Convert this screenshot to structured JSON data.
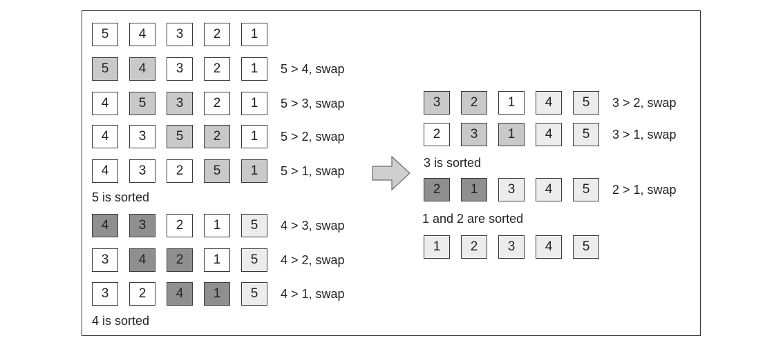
{
  "colors": {
    "normal": "#ffffff",
    "compared": "#c9c9c9",
    "compared_dark": "#8f8f8f",
    "sorted": "#ececec",
    "arrow": "#cfcfcf"
  },
  "left_rows": [
    {
      "cells": [
        {
          "v": "5",
          "s": "n"
        },
        {
          "v": "4",
          "s": "n"
        },
        {
          "v": "3",
          "s": "n"
        },
        {
          "v": "2",
          "s": "n"
        },
        {
          "v": "1",
          "s": "n"
        }
      ],
      "note": ""
    },
    {
      "cells": [
        {
          "v": "5",
          "s": "m"
        },
        {
          "v": "4",
          "s": "m"
        },
        {
          "v": "3",
          "s": "n"
        },
        {
          "v": "2",
          "s": "n"
        },
        {
          "v": "1",
          "s": "n"
        }
      ],
      "note": "5 > 4, swap"
    },
    {
      "cells": [
        {
          "v": "4",
          "s": "n"
        },
        {
          "v": "5",
          "s": "m"
        },
        {
          "v": "3",
          "s": "m"
        },
        {
          "v": "2",
          "s": "n"
        },
        {
          "v": "1",
          "s": "n"
        }
      ],
      "note": "5 > 3, swap"
    },
    {
      "cells": [
        {
          "v": "4",
          "s": "n"
        },
        {
          "v": "3",
          "s": "n"
        },
        {
          "v": "5",
          "s": "m"
        },
        {
          "v": "2",
          "s": "m"
        },
        {
          "v": "1",
          "s": "n"
        }
      ],
      "note": "5 > 2, swap"
    },
    {
      "cells": [
        {
          "v": "4",
          "s": "n"
        },
        {
          "v": "3",
          "s": "n"
        },
        {
          "v": "2",
          "s": "n"
        },
        {
          "v": "5",
          "s": "m"
        },
        {
          "v": "1",
          "s": "m"
        }
      ],
      "note": "5 > 1, swap"
    },
    {
      "cells": [
        {
          "v": "4",
          "s": "d"
        },
        {
          "v": "3",
          "s": "d"
        },
        {
          "v": "2",
          "s": "n"
        },
        {
          "v": "1",
          "s": "n"
        },
        {
          "v": "5",
          "s": "l"
        }
      ],
      "note": "4 > 3, swap"
    },
    {
      "cells": [
        {
          "v": "3",
          "s": "n"
        },
        {
          "v": "4",
          "s": "d"
        },
        {
          "v": "2",
          "s": "d"
        },
        {
          "v": "1",
          "s": "n"
        },
        {
          "v": "5",
          "s": "l"
        }
      ],
      "note": "4 > 2, swap"
    },
    {
      "cells": [
        {
          "v": "3",
          "s": "n"
        },
        {
          "v": "2",
          "s": "n"
        },
        {
          "v": "4",
          "s": "d"
        },
        {
          "v": "1",
          "s": "d"
        },
        {
          "v": "5",
          "s": "l"
        }
      ],
      "note": "4 > 1, swap"
    }
  ],
  "left_captions": {
    "five_sorted": "5 is sorted",
    "four_sorted": "4 is sorted"
  },
  "right_rows": [
    {
      "cells": [
        {
          "v": "3",
          "s": "m"
        },
        {
          "v": "2",
          "s": "m"
        },
        {
          "v": "1",
          "s": "n"
        },
        {
          "v": "4",
          "s": "l"
        },
        {
          "v": "5",
          "s": "l"
        }
      ],
      "note": "3 > 2, swap"
    },
    {
      "cells": [
        {
          "v": "2",
          "s": "n"
        },
        {
          "v": "3",
          "s": "m"
        },
        {
          "v": "1",
          "s": "m"
        },
        {
          "v": "4",
          "s": "l"
        },
        {
          "v": "5",
          "s": "l"
        }
      ],
      "note": "3 > 1, swap"
    },
    {
      "cells": [
        {
          "v": "2",
          "s": "d"
        },
        {
          "v": "1",
          "s": "d"
        },
        {
          "v": "3",
          "s": "l"
        },
        {
          "v": "4",
          "s": "l"
        },
        {
          "v": "5",
          "s": "l"
        }
      ],
      "note": "2 > 1, swap"
    },
    {
      "cells": [
        {
          "v": "1",
          "s": "l"
        },
        {
          "v": "2",
          "s": "l"
        },
        {
          "v": "3",
          "s": "l"
        },
        {
          "v": "4",
          "s": "l"
        },
        {
          "v": "5",
          "s": "l"
        }
      ],
      "note": ""
    }
  ],
  "right_captions": {
    "three_sorted": "3 is sorted",
    "one_two_sorted": "1 and 2 are sorted"
  }
}
